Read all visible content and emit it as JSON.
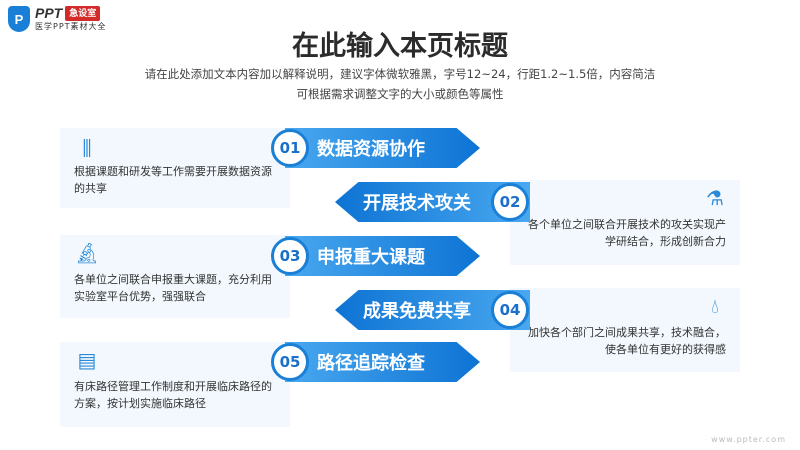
{
  "logo": {
    "mark": "P",
    "brand": "PPT",
    "tag": "急设室",
    "slogan": "医学PPT素材大全"
  },
  "title": "在此输入本页标题",
  "subtitle": [
    "请在此处添加文本内容加以解释说明，建议字体微软雅黑，字号12~24，行距1.2~1.5倍，内容简洁",
    "可根据需求调整文字的大小或颜色等属性"
  ],
  "items": [
    {
      "num": "01",
      "label": "数据资源协作",
      "desc": "根据课题和研发等工作需要开展数据资源的共享",
      "icon": "test-tubes-icon"
    },
    {
      "num": "02",
      "label": "开展技术攻关",
      "desc": "各个单位之间联合开展技术的攻关实现产学研结合，形成创新合力",
      "icon": "lab-flask-icon"
    },
    {
      "num": "03",
      "label": "申报重大课题",
      "desc": "各单位之间联合申报重大课题，充分利用实验室平台优势，强强联合",
      "icon": "microscope-icon"
    },
    {
      "num": "04",
      "label": "成果免费共享",
      "desc": "加快各个部门之间成果共享，技术融合，使各单位有更好的获得感",
      "icon": "iv-drip-icon"
    },
    {
      "num": "05",
      "label": "路径追踪检查",
      "desc": "有床路径管理工作制度和开展临床路径的方案，按计划实施临床路径",
      "icon": "medical-record-icon"
    }
  ],
  "watermark": "www.ppter.com"
}
